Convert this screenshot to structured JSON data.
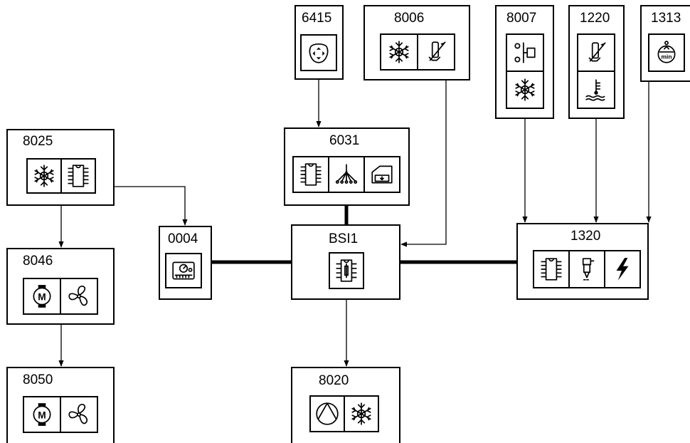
{
  "diagram": {
    "components": [
      {
        "id": "8025",
        "label": "8025",
        "icons": [
          "snowflake-icon",
          "ecu-chip-icon"
        ]
      },
      {
        "id": "8046",
        "label": "8046",
        "icons": [
          "motor-icon",
          "fan-icon"
        ]
      },
      {
        "id": "8050",
        "label": "8050",
        "icons": [
          "motor-icon",
          "fan-icon"
        ]
      },
      {
        "id": "0004",
        "label": "0004",
        "icons": [
          "instrument-panel-icon"
        ]
      },
      {
        "id": "6415",
        "label": "6415",
        "icons": [
          "joystick-control-icon"
        ]
      },
      {
        "id": "6031",
        "label": "6031",
        "icons": [
          "ecu-chip-icon",
          "multiplex-network-icon",
          "window-control-icon"
        ]
      },
      {
        "id": "8006",
        "label": "8006",
        "icons": [
          "snowflake-icon",
          "temperature-sensor-icon"
        ]
      },
      {
        "id": "BSI1",
        "label": "BSI1",
        "icons": [
          "fuse-box-chip-icon"
        ]
      },
      {
        "id": "8020",
        "label": "8020",
        "icons": [
          "compressor-icon",
          "snowflake-icon"
        ]
      },
      {
        "id": "8007",
        "label": "8007",
        "icons": [
          "pressure-switch-icon",
          "snowflake-icon"
        ]
      },
      {
        "id": "1220",
        "label": "1220",
        "icons": [
          "temperature-sensor-icon",
          "coolant-temperature-icon"
        ]
      },
      {
        "id": "1313",
        "label": "1313",
        "icons": [
          "engine-speed-sensor-icon"
        ]
      },
      {
        "id": "1320",
        "label": "1320",
        "icons": [
          "ecu-chip-icon",
          "injector-icon",
          "lightning-icon"
        ]
      }
    ],
    "links": [
      {
        "from": "8025",
        "to": "8046",
        "kind": "wire"
      },
      {
        "from": "8046",
        "to": "8050",
        "kind": "wire"
      },
      {
        "from": "8025",
        "to": "0004",
        "kind": "wire"
      },
      {
        "from": "6415",
        "to": "6031",
        "kind": "wire"
      },
      {
        "from": "8006",
        "to": "BSI1",
        "kind": "wire"
      },
      {
        "from": "BSI1",
        "to": "8020",
        "kind": "wire"
      },
      {
        "from": "8007",
        "to": "1320",
        "kind": "wire"
      },
      {
        "from": "1220",
        "to": "1320",
        "kind": "wire"
      },
      {
        "from": "1313",
        "to": "1320",
        "kind": "wire"
      },
      {
        "from": "0004",
        "to": "BSI1",
        "kind": "bus"
      },
      {
        "from": "6031",
        "to": "BSI1",
        "kind": "bus"
      },
      {
        "from": "BSI1",
        "to": "1320",
        "kind": "bus"
      }
    ]
  }
}
